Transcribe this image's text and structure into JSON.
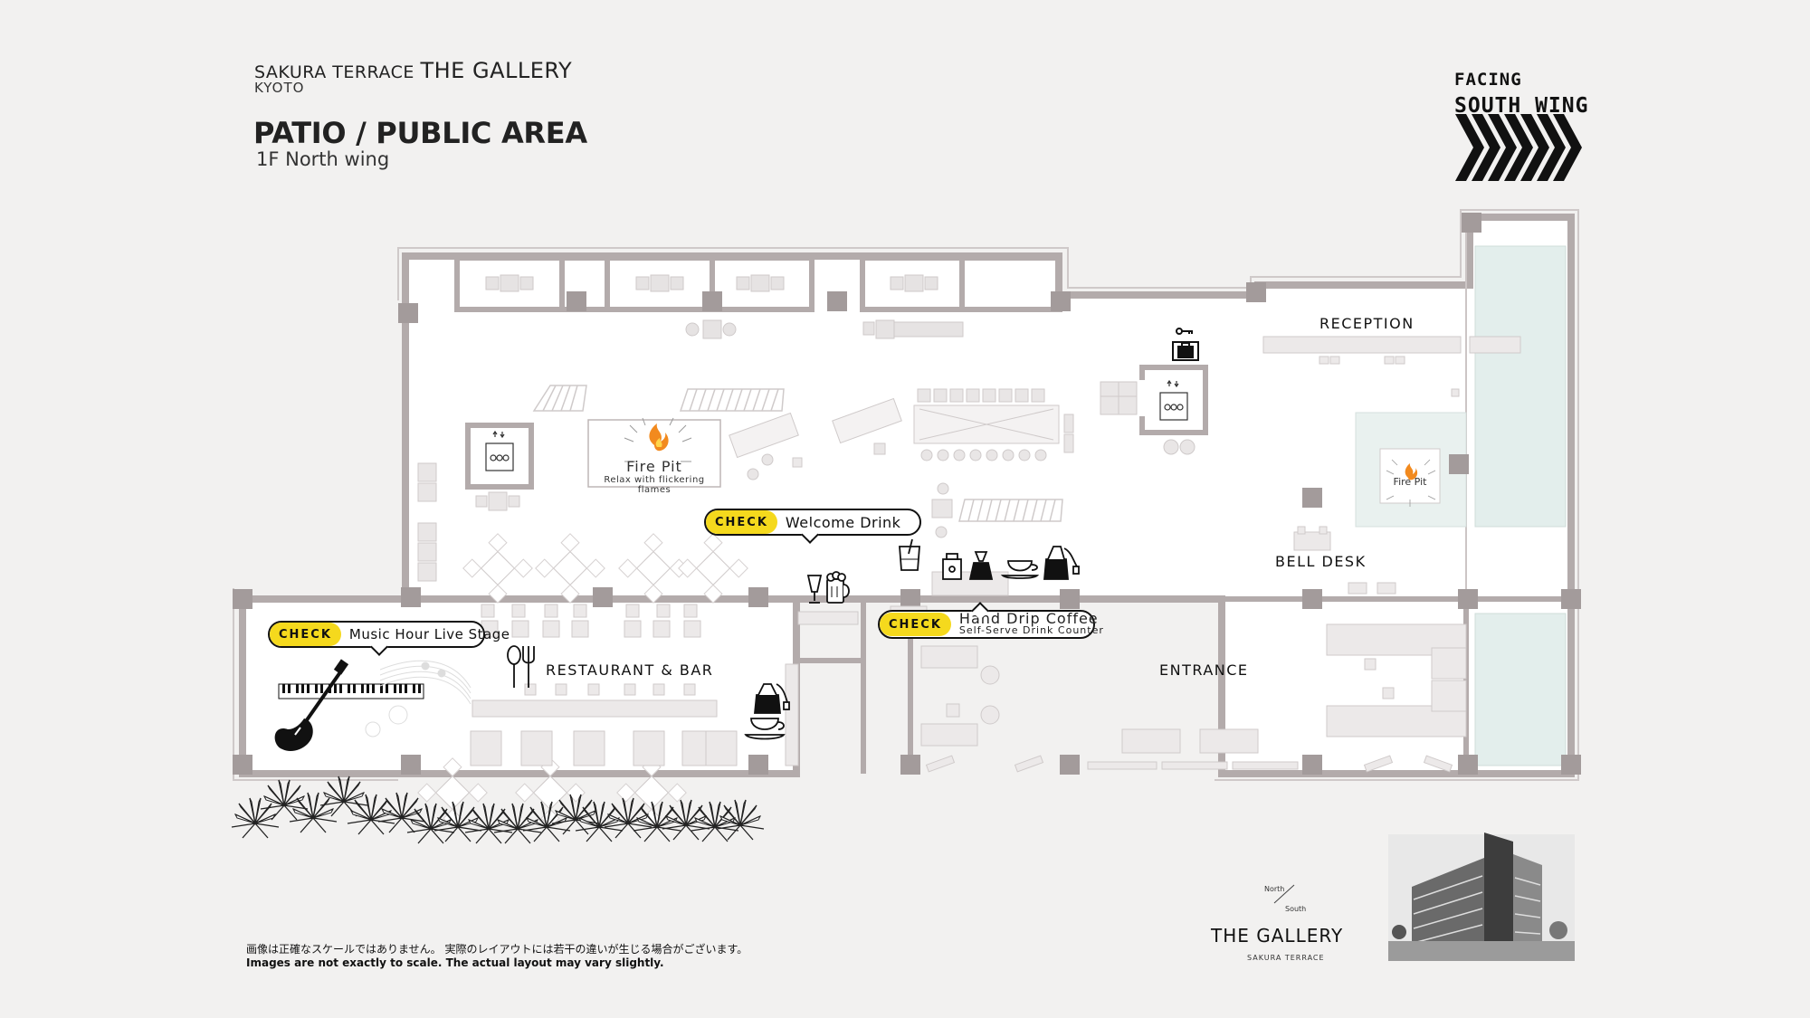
{
  "header": {
    "brand": "SAKURA TERRACE",
    "brand_strong": "THE GALLERY",
    "city": "KYOTO",
    "title": "PATIO / PUBLIC AREA",
    "subtitle": "1F North wing"
  },
  "direction": {
    "line1": "FACING",
    "line2": "SOUTH WING",
    "icon": "chevron-right-arrows-icon"
  },
  "areas": {
    "reception": "RECEPTION",
    "bell_desk": "BELL DESK",
    "entrance": "ENTRANCE",
    "restaurant": "RESTAURANT & BAR"
  },
  "fire_pit": {
    "title": "Fire Pit",
    "caption": "Relax with flickering flames",
    "small_title": "Fire Pit"
  },
  "callouts": {
    "badge": "CHECK",
    "welcome": "Welcome Drink",
    "coffee_title": "Hand Drip Coffee",
    "coffee_sub": "Self-Serve Drink Counter",
    "music": "Music Hour Live Stage"
  },
  "footer": {
    "note_ja": "画像は正確なスケールではありません。 実際のレイアウトには若干の違いが生じる場合がございます。",
    "note_en": "Images are not exactly to scale. The actual layout may vary slightly.",
    "logo": "THE GALLERY",
    "logo_sub": "SAKURA TERRACE",
    "north": "North",
    "south": "South"
  },
  "colors": {
    "background": "#f2f1f0",
    "wall": "#b3abab",
    "pillar": "#a39b9b",
    "furniture": "#dddada",
    "pool": "#e3eeec",
    "check_yellow": "#f5d91d",
    "flame": "#f28a1e"
  }
}
